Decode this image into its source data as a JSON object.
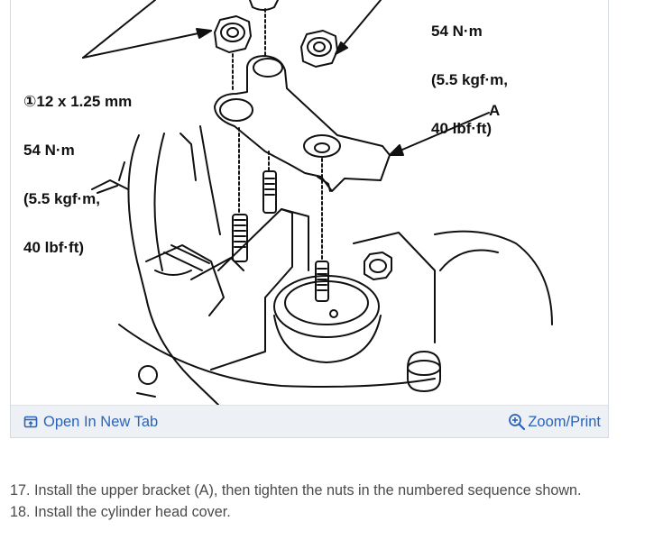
{
  "diagram": {
    "callout_top_right": [
      "54 N·m",
      "(5.5 kgf·m,",
      "40 lbf·ft)"
    ],
    "callout_left": [
      "①12 x 1.25 mm",
      "54 N·m",
      "(5.5 kgf·m,",
      "40 lbf·ft)"
    ],
    "callout_part_a": "A"
  },
  "toolbar": {
    "open_new_tab_label": "Open In New Tab",
    "open_new_tab_icon": "open-in-new-tab-icon",
    "zoom_print_label": "Zoom/Print",
    "zoom_print_icon": "magnifier-plus-icon",
    "link_color": "#2a63b8"
  },
  "steps": [
    "17. Install the upper bracket (A), then tighten the nuts in the numbered sequence shown.",
    "18. Install the cylinder head cover."
  ]
}
